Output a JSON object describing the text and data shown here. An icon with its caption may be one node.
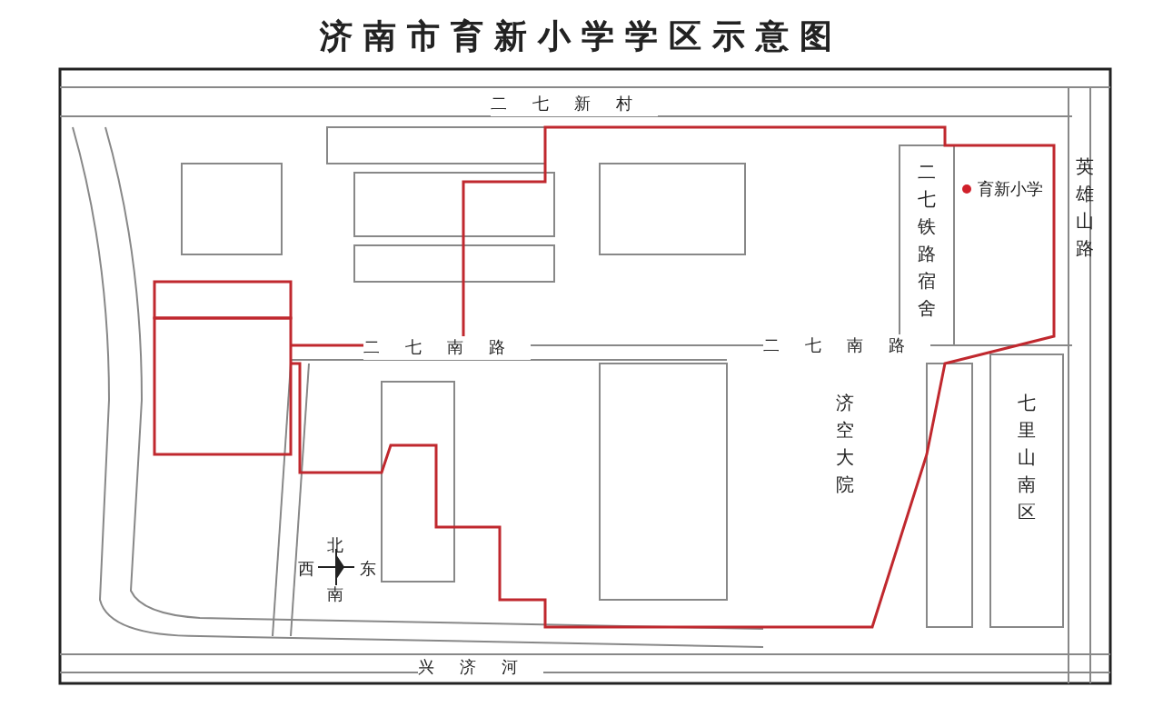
{
  "diagram": {
    "title": "济南市育新小学学区示意图",
    "labels": [
      "二七新村",
      "二七铁路宿舍",
      "育新小学",
      "英雄山路",
      "二七南路",
      "二七南路",
      "济空大院",
      "七里山南区",
      "北",
      "西",
      "东",
      "南",
      "兴济河"
    ]
  }
}
